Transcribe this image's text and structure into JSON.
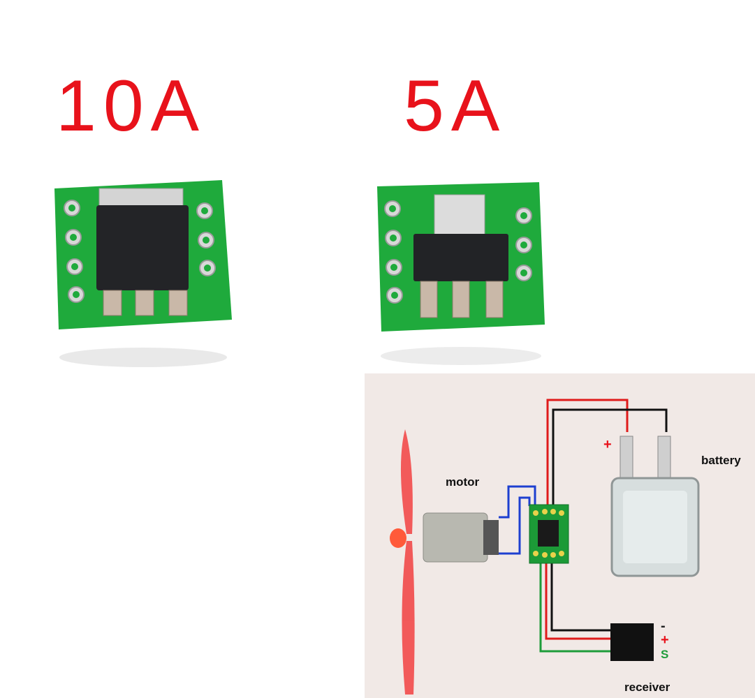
{
  "labels": {
    "left_current": "10A",
    "right_current": "5A"
  },
  "diagram": {
    "motor": "motor",
    "battery": "battery",
    "receiver": "receiver",
    "battery_plus": "+",
    "receiver_minus": "-",
    "receiver_plus": "+",
    "receiver_signal": "S"
  },
  "colors": {
    "label_red": "#e8121b",
    "pcb_green": "#1faa3c",
    "wire_red": "#e01b1b",
    "wire_blue": "#1d3fd0",
    "wire_green": "#1e9c3a",
    "wire_black": "#111111"
  }
}
